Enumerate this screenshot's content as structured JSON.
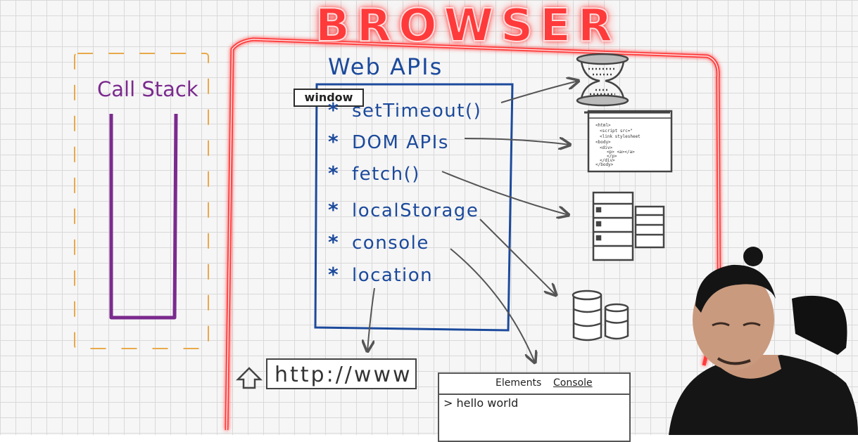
{
  "header": {
    "title": "BROWSER"
  },
  "call_stack": {
    "title": "Call Stack"
  },
  "web_apis": {
    "title": "Web APIs",
    "window_label": "window",
    "bullet": "*",
    "items": [
      "setTimeout()",
      "DOM APIs",
      "fetch()",
      "localStorage",
      "console",
      "location"
    ]
  },
  "address_bar": {
    "url": "http://www"
  },
  "devtools": {
    "tabs": [
      "Elements",
      "Console"
    ],
    "active_tab": "Console",
    "output": "> hello world"
  },
  "html_doc_snippet": [
    "<html>",
    "<script src=\"",
    "<link stylesheet",
    "<body>",
    "<div>",
    "<p>",
    "<a></a>",
    "</p>",
    "</div>",
    "</body>"
  ],
  "colors": {
    "browser_outline": "#ff3a3a",
    "web_apis": "#1c4a9c",
    "call_stack": "#7b2a8e",
    "call_stack_dashes": "#e8a94a",
    "arrows": "#555555"
  },
  "icons": [
    "hourglass-icon",
    "html-document-icon",
    "server-icon",
    "database-icon",
    "up-arrow-icon"
  ]
}
